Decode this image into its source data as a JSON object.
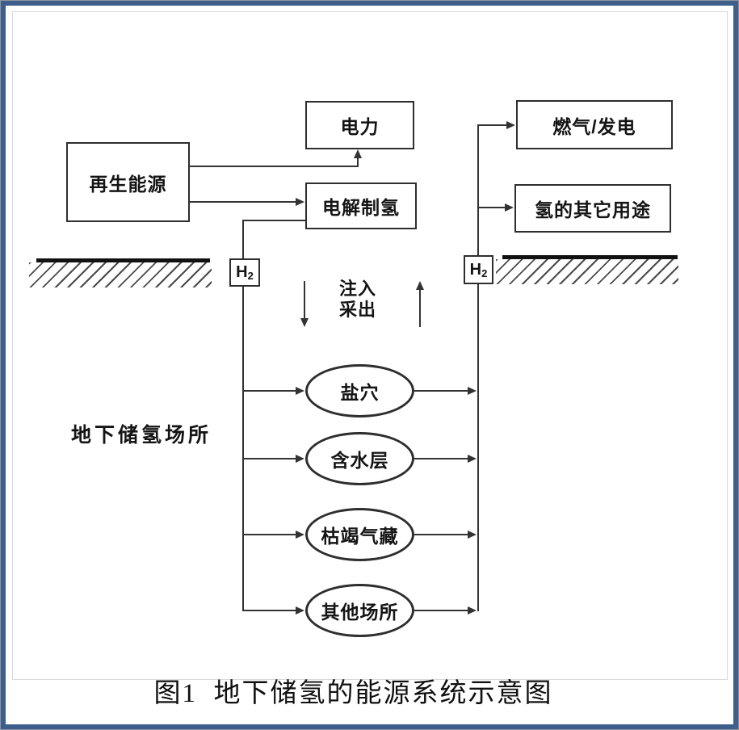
{
  "figure": {
    "caption": "图1  地下储氢的能源系统示意图"
  },
  "diagram": {
    "boxes": {
      "renewable": "再生能源",
      "power": "电力",
      "electrolysis": "电解制氢",
      "gas_power": "燃气/发电",
      "hydrogen_other_uses": "氢的其它用途"
    },
    "pipe_label_main": "H",
    "pipe_label_sub": "2",
    "flow": {
      "inject": "注入",
      "produce": "采出"
    },
    "storage": {
      "area_label": "地下储氢场所",
      "sites": [
        "盐穴",
        "含水层",
        "枯竭气藏",
        "其他场所"
      ]
    },
    "colors": {
      "frame": "#3e5e8c",
      "stroke": "#333333"
    }
  }
}
